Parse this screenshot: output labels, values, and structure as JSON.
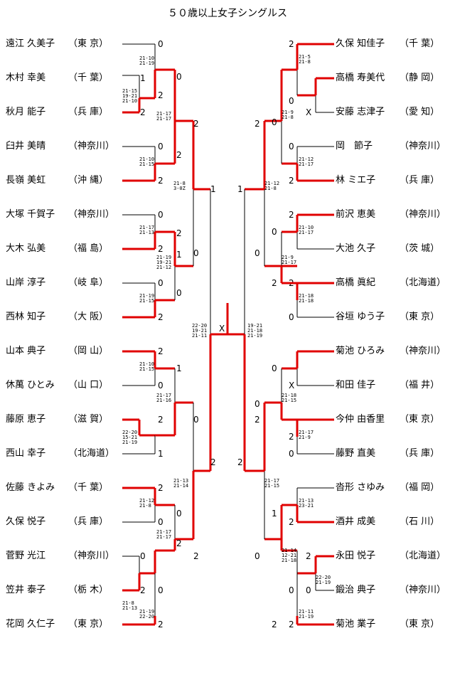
{
  "title": "５０歳以上女子シングルス",
  "colors": {
    "winner": "#e00000",
    "line": "#000000"
  },
  "left_players": [
    {
      "name": "遠江 久美子",
      "pref": "（東 京）"
    },
    {
      "name": "木村 幸美",
      "pref": "（千 葉）"
    },
    {
      "name": "秋月 能子",
      "pref": "（兵 庫）"
    },
    {
      "name": "臼井 美晴",
      "pref": "（神奈川）"
    },
    {
      "name": "長嶺 美虹",
      "pref": "（沖 縄）"
    },
    {
      "name": "大塚 千賀子",
      "pref": "（神奈川）"
    },
    {
      "name": "大木 弘美",
      "pref": "（福 島）"
    },
    {
      "name": "山岸 淳子",
      "pref": "（岐 阜）"
    },
    {
      "name": "西林 知子",
      "pref": "（大 阪）"
    },
    {
      "name": "山本 典子",
      "pref": "（岡 山）"
    },
    {
      "name": "休萬 ひとみ",
      "pref": "（山 口）"
    },
    {
      "name": "藤原 恵子",
      "pref": "（滋 賀）"
    },
    {
      "name": "西山 幸子",
      "pref": "（北海道）"
    },
    {
      "name": "佐藤 きよみ",
      "pref": "（千 葉）"
    },
    {
      "name": "久保 悦子",
      "pref": "（兵 庫）"
    },
    {
      "name": "菅野 光江",
      "pref": "（神奈川）"
    },
    {
      "name": "笠井 泰子",
      "pref": "（栃 木）"
    },
    {
      "name": "花岡 久仁子",
      "pref": "（東 京）"
    }
  ],
  "right_players": [
    {
      "name": "久保 知佳子",
      "pref": "（千 葉）"
    },
    {
      "name": "高橋 寿美代",
      "pref": "（静 岡）"
    },
    {
      "name": "安藤 志津子",
      "pref": "（愛 知）"
    },
    {
      "name": "岡　節子",
      "pref": "（神奈川）"
    },
    {
      "name": "林 ミエ子",
      "pref": "（兵 庫）"
    },
    {
      "name": "前沢 恵美",
      "pref": "（神奈川）"
    },
    {
      "name": "大池 久子",
      "pref": "（茨 城）"
    },
    {
      "name": "高橋 眞紀",
      "pref": "（北海道）"
    },
    {
      "name": "谷垣 ゆう子",
      "pref": "（東 京）"
    },
    {
      "name": "菊池 ひろみ",
      "pref": "（神奈川）"
    },
    {
      "name": "和田 佳子",
      "pref": "（福 井）"
    },
    {
      "name": "今仲 由香里",
      "pref": "（東 京）"
    },
    {
      "name": "藤野 直美",
      "pref": "（兵 庫）"
    },
    {
      "name": "沓形 さゆみ",
      "pref": "（福 岡）"
    },
    {
      "name": "酒井 成美",
      "pref": "（石 川）"
    },
    {
      "name": "永田 悦子",
      "pref": "（北海道）"
    },
    {
      "name": "鍛治 典子",
      "pref": "（神奈川）"
    },
    {
      "name": "菊池 業子",
      "pref": "（東 京）"
    }
  ],
  "left_scores": {
    "r1_1": "0",
    "r1_2": "2",
    "r1b_1": "1",
    "r1b_2": "2",
    "r2_1": "0",
    "r2_2": "2",
    "r3_1": "0",
    "r3_2": "2",
    "r4_1": "0",
    "r4_2": "2",
    "r5_1": "0",
    "r5_2": "2",
    "r6_1": "2",
    "r6_2": "0",
    "r7_1": "2",
    "r7_2": "1",
    "r8_1": "2",
    "r8_2": "0",
    "r9_1": "0",
    "r9_2": "2",
    "q1_1": "0",
    "q1_2": "2",
    "q2_1": "2",
    "q2_2": "0",
    "q3_1": "2",
    "q3_2": "1",
    "q4_1": "0",
    "q4_2": "2",
    "q5_1": "2",
    "q5_2": "2",
    "s1_1": "2",
    "s1_2": "0",
    "s2_1": "0",
    "s2_2": "2",
    "f_1": "1",
    "f_2": "2"
  },
  "right_scores": {
    "r1_1": "2",
    "r1_2": "0",
    "r1b_x": "X",
    "r2_1": "0",
    "r2_2": "2",
    "r3_1": "2",
    "r3_2": "0",
    "r4_1": "2",
    "r4_2": "0",
    "r5_1": "0",
    "r5_x": "X",
    "r6_1": "2",
    "r6_2": "0",
    "r7_1": "0",
    "r7_2": "2",
    "r8_1": "2",
    "r8_2": "0",
    "r8_3": "2",
    "q1_1": "2",
    "q1_2": "0",
    "q2_1": "0",
    "q2_2": "2",
    "q3_1": "2",
    "q3_2": "0",
    "q4_1": "0",
    "q4_2": "2",
    "q5_1": "1",
    "q5_2": "2",
    "q6_1": "0",
    "q6_2": "2",
    "s1_1": "2",
    "s1_2": "0",
    "s2_1": "0",
    "s2_2": "2",
    "f_1": "1",
    "f_2": "2"
  },
  "center": {
    "mark": "X"
  },
  "game_scores": {
    "l_a": "21-10 21-19",
    "l_b": "21-15 19-21 21-10",
    "l_c": "21-17 21-17",
    "l_d": "21-10 21-15",
    "l_e": "21-8 3-0Z",
    "l_f": "21-17 21-13",
    "l_g": "21-19 19-21 21-12",
    "l_h": "21-19 21-15",
    "l_i": "22-20 19-21 21-11",
    "l_j": "21-10 21-15",
    "l_k": "21-17 21-16",
    "l_l": "22-20 15-21 21-19",
    "l_m": "21-13 21-14",
    "l_n": "21-12 21-8",
    "l_o": "21-17 21-17",
    "l_p": "21-8 21-13",
    "l_q": "21-19 22-20",
    "r_a": "21-5 21-8",
    "r_b": "21-9 21-8",
    "r_c": "21-12 21-17",
    "r_d": "21-12 21-8",
    "r_e": "21-10 21-17",
    "r_f": "21-9 21-17",
    "r_g": "21-18 21-18",
    "r_h": "19-21 21-18 21-19",
    "r_i": "21-18 21-15",
    "r_j": "21-17 21-9",
    "r_k": "21-17 21-15",
    "r_l": "21-13 23-21",
    "r_m": "21-14 12-21 21-18",
    "r_n": "22-20 21-19",
    "r_o": "21-11 21-19"
  }
}
